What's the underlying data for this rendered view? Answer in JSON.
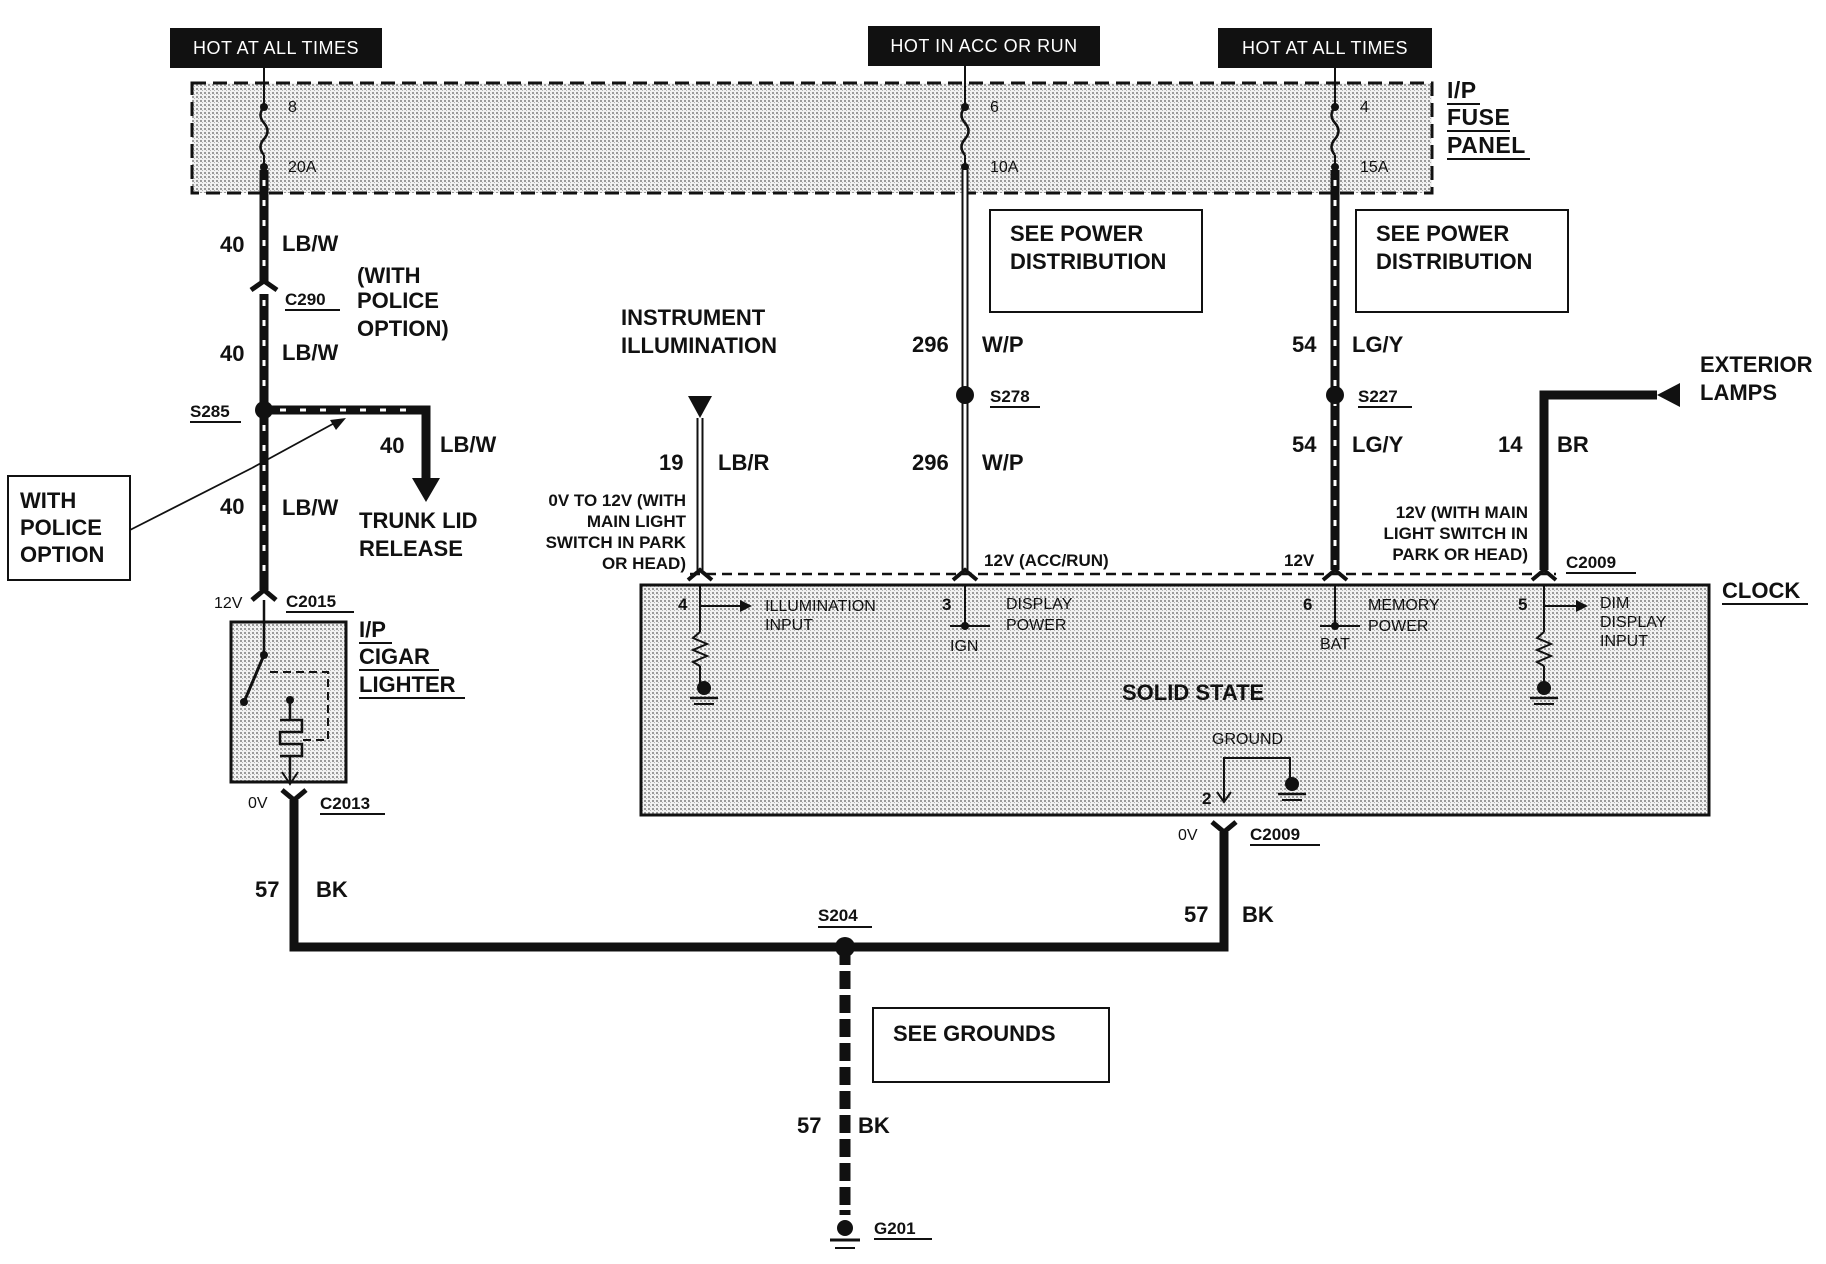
{
  "power_tags": {
    "hot_1": "HOT AT ALL TIMES",
    "hot_acc": "HOT IN ACC OR RUN",
    "hot_2": "HOT AT ALL TIMES"
  },
  "fuse_panel": {
    "line1": "I/P",
    "line2": "FUSE",
    "line3": "PANEL",
    "fuses": [
      {
        "number": "8",
        "rating": "20A"
      },
      {
        "number": "6",
        "rating": "10A"
      },
      {
        "number": "4",
        "rating": "15A"
      }
    ]
  },
  "see_power_1": {
    "line1": "SEE POWER",
    "line2": "DISTRIBUTION"
  },
  "see_power_2": {
    "line1": "SEE POWER",
    "line2": "DISTRIBUTION"
  },
  "left_circuit": {
    "wire1": {
      "num": "40",
      "color": "LB/W"
    },
    "c290": "C290",
    "police_note": {
      "line1": "(WITH",
      "line2": "POLICE",
      "line3": "OPTION)"
    },
    "wire2": {
      "num": "40",
      "color": "LB/W"
    },
    "s285": "S285",
    "branch": {
      "num": "40",
      "color": "LB/W"
    },
    "trunk": {
      "line1": "TRUNK LID",
      "line2": "RELEASE"
    },
    "wire3": {
      "num": "40",
      "color": "LB/W"
    },
    "with_police": {
      "line1": "WITH",
      "line2": "POLICE",
      "line3": "OPTION"
    },
    "v12": "12V",
    "c2015": "C2015",
    "lighter": {
      "line1": "I/P",
      "line2": "CIGAR",
      "line3": "LIGHTER"
    },
    "v0": "0V",
    "c2013": "C2013",
    "ground_wire": {
      "num": "57",
      "color": "BK"
    }
  },
  "illumination": {
    "line1": "INSTRUMENT",
    "line2": "ILLUMINATION",
    "wire": {
      "num": "19",
      "color": "LB/R"
    },
    "note": {
      "line1": "0V TO 12V (WITH",
      "line2": "MAIN LIGHT",
      "line3": "SWITCH IN PARK",
      "line4": "OR HEAD)"
    }
  },
  "acc_circuit": {
    "wire1": {
      "num": "296",
      "color": "W/P"
    },
    "splice": "S278",
    "wire2": {
      "num": "296",
      "color": "W/P"
    },
    "voltage": "12V (ACC/RUN)"
  },
  "bat_circuit": {
    "wire1": {
      "num": "54",
      "color": "LG/Y"
    },
    "splice": "S227",
    "wire2": {
      "num": "54",
      "color": "LG/Y"
    },
    "voltage": "12V"
  },
  "exterior": {
    "line1": "EXTERIOR",
    "line2": "LAMPS",
    "wire": {
      "num": "14",
      "color": "BR"
    },
    "note": {
      "line1": "12V (WITH MAIN",
      "line2": "LIGHT SWITCH IN",
      "line3": "PARK OR HEAD)"
    },
    "connector": "C2009"
  },
  "clock": {
    "title": "CLOCK",
    "body": "SOLID STATE",
    "pins": [
      {
        "pin": "4",
        "line1": "ILLUMINATION",
        "line2": "INPUT"
      },
      {
        "pin": "3",
        "line1": "DISPLAY",
        "line2": "POWER",
        "sub": "IGN"
      },
      {
        "pin": "6",
        "line1": "MEMORY",
        "line2": "POWER",
        "sub": "BAT"
      },
      {
        "pin": "5",
        "line1": "DIM",
        "line2": "DISPLAY",
        "line3": "INPUT"
      }
    ],
    "ground_label": "GROUND",
    "ground_pin": "2",
    "out_voltage": "0V",
    "out_connector": "C2009",
    "out_wire": {
      "num": "57",
      "color": "BK"
    }
  },
  "ground": {
    "splice": "S204",
    "see_grounds": "SEE GROUNDS",
    "wire": {
      "num": "57",
      "color": "BK"
    },
    "point": "G201"
  }
}
